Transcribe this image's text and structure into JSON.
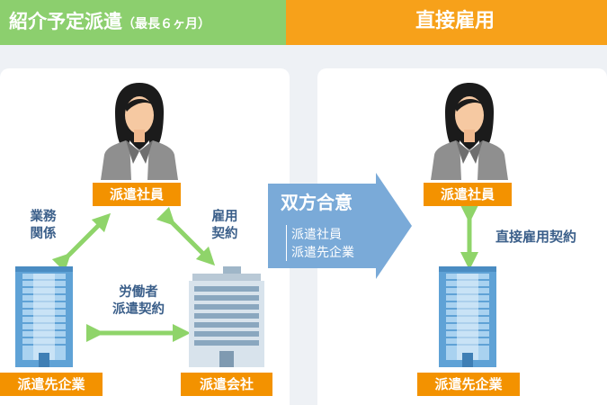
{
  "header": {
    "left_title": "紹介予定派遣",
    "left_subtitle": "（最長６ヶ月）",
    "right_title": "直接雇用"
  },
  "left_panel": {
    "worker_label": "派遣社員",
    "client_label": "派遣先企業",
    "agency_label": "派遣会社",
    "relation_left_line1": "業務",
    "relation_left_line2": "関係",
    "relation_right_line1": "雇用",
    "relation_right_line2": "契約",
    "relation_bottom_line1": "労働者",
    "relation_bottom_line2": "派遣契約"
  },
  "transition": {
    "title": "双方合意",
    "item1": "派遣社員",
    "item2": "派遣先企業"
  },
  "right_panel": {
    "worker_label": "派遣社員",
    "client_label": "派遣先企業",
    "relation_label": "直接雇用契約"
  },
  "colors": {
    "header_green": "#8ccf6e",
    "header_orange": "#f7a11a",
    "badge_orange": "#f39200",
    "arrow_green": "#8fd46a",
    "transition_blue": "#7aaad8",
    "label_blue": "#3b5f8a"
  }
}
